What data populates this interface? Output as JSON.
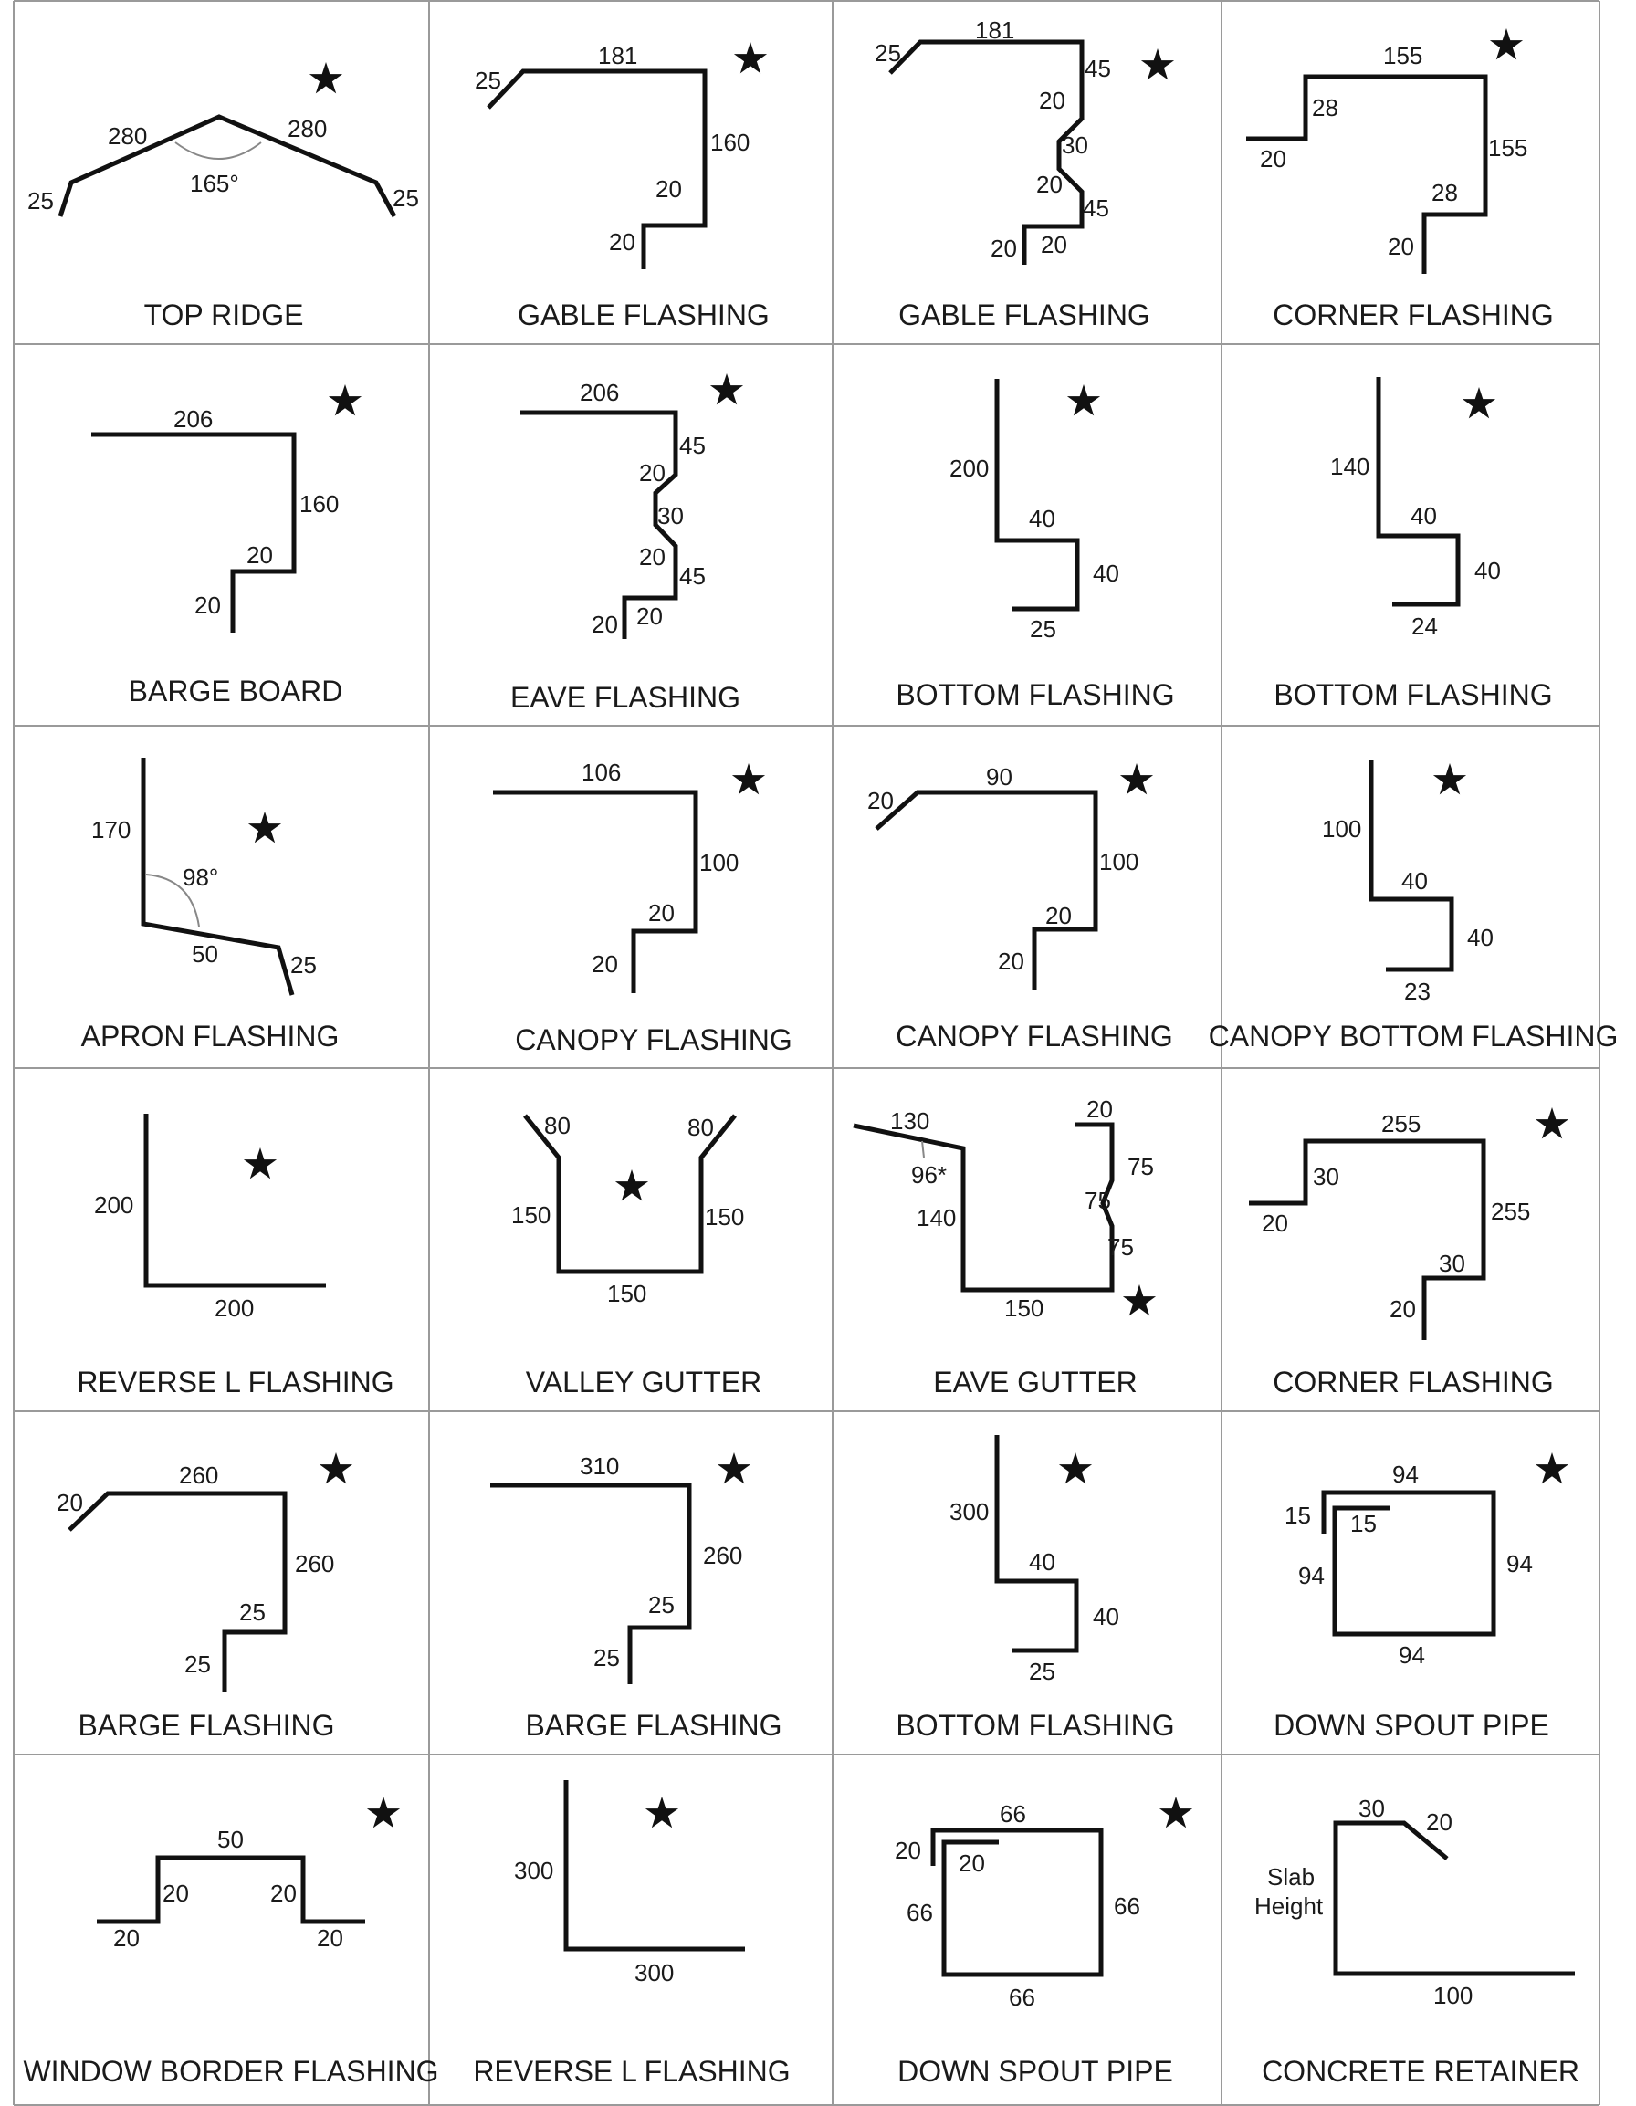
{
  "cells": [
    {
      "id": "top-ridge",
      "title": "TOP RIDGE",
      "starred": true,
      "labels": [
        "280",
        "280",
        "25",
        "25",
        "165°"
      ]
    },
    {
      "id": "gable-flashing-1",
      "title": "GABLE FLASHING",
      "starred": true,
      "labels": [
        "181",
        "25",
        "160",
        "20",
        "20"
      ]
    },
    {
      "id": "gable-flashing-2",
      "title": "GABLE FLASHING",
      "starred": true,
      "labels": [
        "181",
        "25",
        "45",
        "20",
        "30",
        "20",
        "45",
        "20",
        "20"
      ]
    },
    {
      "id": "corner-flashing-1",
      "title": "CORNER FLASHING",
      "starred": true,
      "labels": [
        "155",
        "28",
        "20",
        "155",
        "28",
        "20"
      ]
    },
    {
      "id": "barge-board",
      "title": "BARGE BOARD",
      "starred": true,
      "labels": [
        "206",
        "160",
        "20",
        "20"
      ]
    },
    {
      "id": "eave-flashing",
      "title": "EAVE FLASHING",
      "starred": true,
      "labels": [
        "206",
        "45",
        "20",
        "30",
        "20",
        "45",
        "20",
        "20"
      ]
    },
    {
      "id": "bottom-flashing-1",
      "title": "BOTTOM FLASHING",
      "starred": true,
      "labels": [
        "200",
        "40",
        "40",
        "25"
      ]
    },
    {
      "id": "bottom-flashing-2",
      "title": "BOTTOM FLASHING",
      "starred": true,
      "labels": [
        "140",
        "40",
        "40",
        "24"
      ]
    },
    {
      "id": "apron-flashing",
      "title": "APRON FLASHING",
      "starred": true,
      "labels": [
        "170",
        "98°",
        "50",
        "25"
      ]
    },
    {
      "id": "canopy-flashing-1",
      "title": "CANOPY FLASHING",
      "starred": true,
      "labels": [
        "106",
        "100",
        "20",
        "20"
      ]
    },
    {
      "id": "canopy-flashing-2",
      "title": "CANOPY FLASHING",
      "starred": true,
      "labels": [
        "20",
        "90",
        "100",
        "20",
        "20"
      ]
    },
    {
      "id": "canopy-bottom-flashing",
      "title": "CANOPY BOTTOM FLASHING",
      "starred": true,
      "labels": [
        "100",
        "40",
        "40",
        "23"
      ]
    },
    {
      "id": "reverse-l-flashing-1",
      "title": "REVERSE L FLASHING",
      "starred": true,
      "labels": [
        "200",
        "200"
      ]
    },
    {
      "id": "valley-gutter",
      "title": "VALLEY GUTTER",
      "starred": true,
      "labels": [
        "80",
        "80",
        "150",
        "150",
        "150"
      ]
    },
    {
      "id": "eave-gutter",
      "title": "EAVE GUTTER",
      "starred": true,
      "labels": [
        "130",
        "96*",
        "140",
        "150",
        "20",
        "75",
        "75",
        "75"
      ]
    },
    {
      "id": "corner-flashing-2",
      "title": "CORNER FLASHING",
      "starred": true,
      "labels": [
        "255",
        "30",
        "20",
        "255",
        "30",
        "20"
      ]
    },
    {
      "id": "barge-flashing-1",
      "title": "BARGE FLASHING",
      "starred": true,
      "labels": [
        "20",
        "260",
        "260",
        "25",
        "25"
      ]
    },
    {
      "id": "barge-flashing-2",
      "title": "BARGE FLASHING",
      "starred": true,
      "labels": [
        "310",
        "260",
        "25",
        "25"
      ]
    },
    {
      "id": "bottom-flashing-3",
      "title": "BOTTOM FLASHING",
      "starred": true,
      "labels": [
        "300",
        "40",
        "40",
        "25"
      ]
    },
    {
      "id": "down-spout-pipe-1",
      "title": "DOWN SPOUT PIPE",
      "starred": true,
      "labels": [
        "94",
        "15",
        "15",
        "94",
        "94",
        "94"
      ]
    },
    {
      "id": "window-border-flashing",
      "title": "WINDOW BORDER FLASHING",
      "starred": true,
      "labels": [
        "50",
        "20",
        "20",
        "20",
        "20"
      ]
    },
    {
      "id": "reverse-l-flashing-2",
      "title": "REVERSE L FLASHING",
      "starred": true,
      "labels": [
        "300",
        "300"
      ]
    },
    {
      "id": "down-spout-pipe-2",
      "title": "DOWN SPOUT PIPE",
      "starred": true,
      "labels": [
        "66",
        "20",
        "20",
        "66",
        "66",
        "66"
      ]
    },
    {
      "id": "concrete-retainer",
      "title": "CONCRETE RETAINER",
      "starred": false,
      "labels": [
        "30",
        "20",
        "Slab",
        "Height",
        "100"
      ]
    }
  ]
}
